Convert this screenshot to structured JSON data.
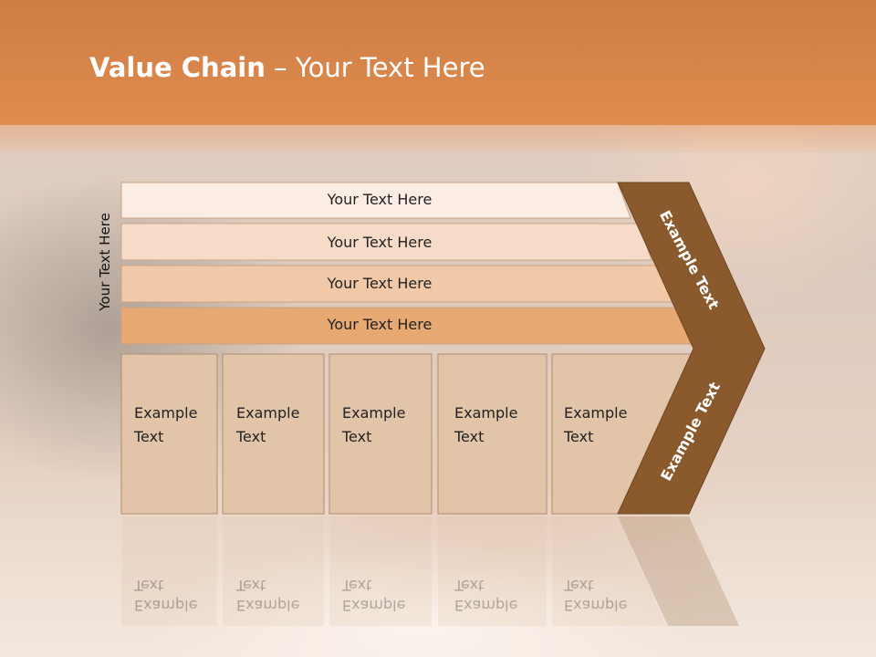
{
  "slide": {
    "title_bold": "Value Chain",
    "title_rest": " – Your Text Here",
    "side_label": "Your Text Here"
  },
  "bars": [
    {
      "label": "Your Text Here",
      "color": "#fbede3"
    },
    {
      "label": "Your Text Here",
      "color": "#f6dcc8"
    },
    {
      "label": "Your Text Here",
      "color": "#f1c9a8"
    },
    {
      "label": "Your Text Here",
      "color": "#e8a872"
    }
  ],
  "boxes": [
    {
      "label": "Example\nText"
    },
    {
      "label": "Example\nText"
    },
    {
      "label": "Example\nText"
    },
    {
      "label": "Example\nText"
    },
    {
      "label": "Example\nText"
    }
  ],
  "arrow": {
    "top_label": "Example Text",
    "bottom_label": "Example Text",
    "color": "#8a5a2c"
  },
  "colors": {
    "title_band": "#e08b4e",
    "box_fill": "#e2c4a8",
    "box_stroke": "#b08b6e"
  }
}
